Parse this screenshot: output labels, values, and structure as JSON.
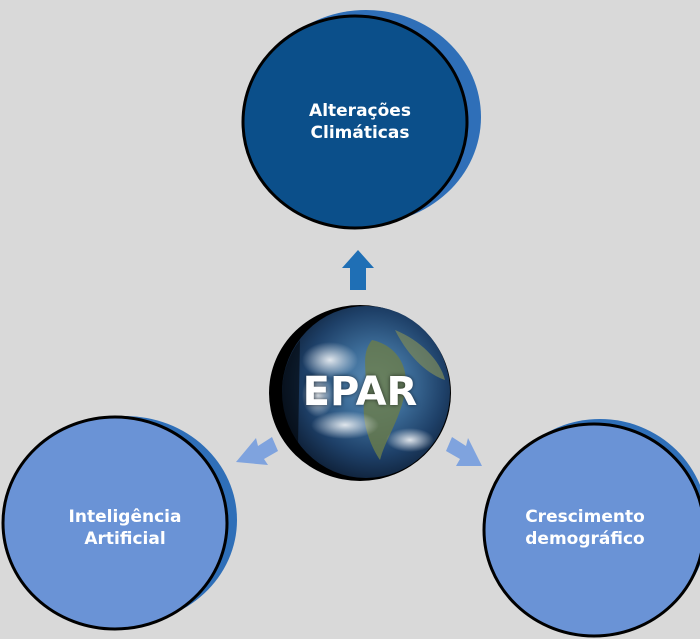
{
  "diagram": {
    "center": {
      "label": "EPAR"
    },
    "nodes": [
      {
        "label": "Alterações\nClimáticas",
        "fill": "#0b4f8a"
      },
      {
        "label": "Inteligência\nArtificial",
        "fill": "#6a93d6"
      },
      {
        "label": "Crescimento\ndemográfico",
        "fill": "#6a93d6"
      }
    ]
  },
  "colors": {
    "background": "#d9d9d9",
    "shadow_blue": "#2f6fb8",
    "arrow_top": "#1f6fb5",
    "arrow_sides": "#7fa3de",
    "outline": "#000000"
  }
}
